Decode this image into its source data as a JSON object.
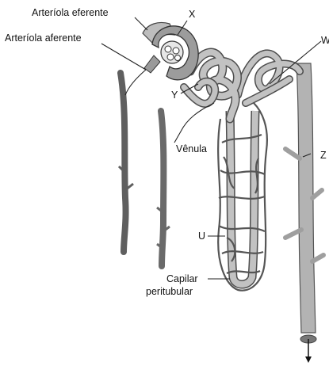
{
  "labels": {
    "arteriola_eferente": "Arteríola eferente",
    "arteriola_aferente": "Arteríola aferente",
    "x": "X",
    "w": "W",
    "y": "Y",
    "venula": "Vênula",
    "z": "Z",
    "u": "U",
    "capilar_line1": "Capilar",
    "capilar_line2": "peritubular"
  },
  "colors": {
    "vessel": "#6f6f6f",
    "tubule": "#b9b9b9",
    "tubule_stroke": "#4d4d4d",
    "collecting_duct": "#a9a9a9",
    "glomerulus_shade": "#8a8a8a"
  }
}
